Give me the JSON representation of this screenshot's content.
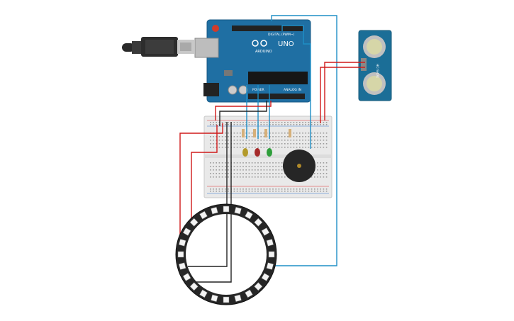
{
  "arduino": {
    "model_label": "UNO",
    "brand_label": "ARDUINO",
    "digital_label": "DIGITAL (PWM~)",
    "power_label": "POWER",
    "analog_label": "ANALOG IN",
    "color": "#1f6fa3"
  },
  "sensor": {
    "label": "HC-SR04",
    "color": "#1b6e97"
  },
  "leds": [
    {
      "name": "yellow",
      "color": "#b39a2a"
    },
    {
      "name": "red",
      "color": "#a52a2a"
    },
    {
      "name": "green",
      "color": "#2e9e3a"
    }
  ],
  "ring": {
    "pixel_count": 24
  },
  "wire_colors": {
    "blue": "#1f8fc6",
    "red": "#d01a1a",
    "black": "#222222"
  }
}
